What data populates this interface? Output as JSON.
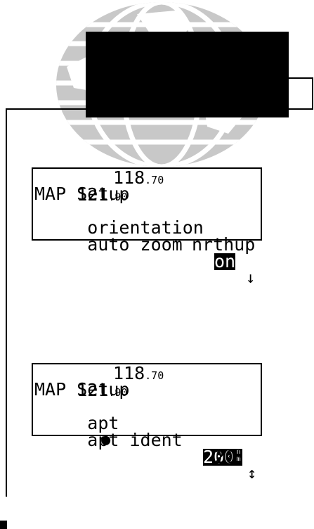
{
  "screen1": {
    "freq_active_whole": "121",
    "freq_active_dec": ".90",
    "freq_standby_whole": "118",
    "freq_standby_dec": ".70",
    "title": "MAP Setup",
    "row3_label": " orientation",
    "row3_value": "nrthup",
    "row4_label": " auto zoom",
    "row4_value": "on",
    "row4_arrow": "↓"
  },
  "screen2": {
    "freq_active_whole": "121",
    "freq_active_dec": ".90",
    "freq_standby_whole": "118",
    "freq_standby_dec": ".70",
    "title": "MAP Setup",
    "row3_label": " apt",
    "row3_symbol": "●",
    "row3_value": "200",
    "row3_unit_top": "n",
    "row3_unit_bottom": "m",
    "row4_label": " apt ident",
    "row4_value": "20",
    "row4_unit_top": "n",
    "row4_unit_bottom": "m",
    "row4_arrow": "↕"
  },
  "colors": {
    "globe": "#c8c8c8",
    "ink": "#000000",
    "paper": "#ffffff"
  },
  "icons": [
    "globe-watermark-icon",
    "down-arrow-icon",
    "updown-arrow-icon",
    "airport-symbol-icon"
  ]
}
